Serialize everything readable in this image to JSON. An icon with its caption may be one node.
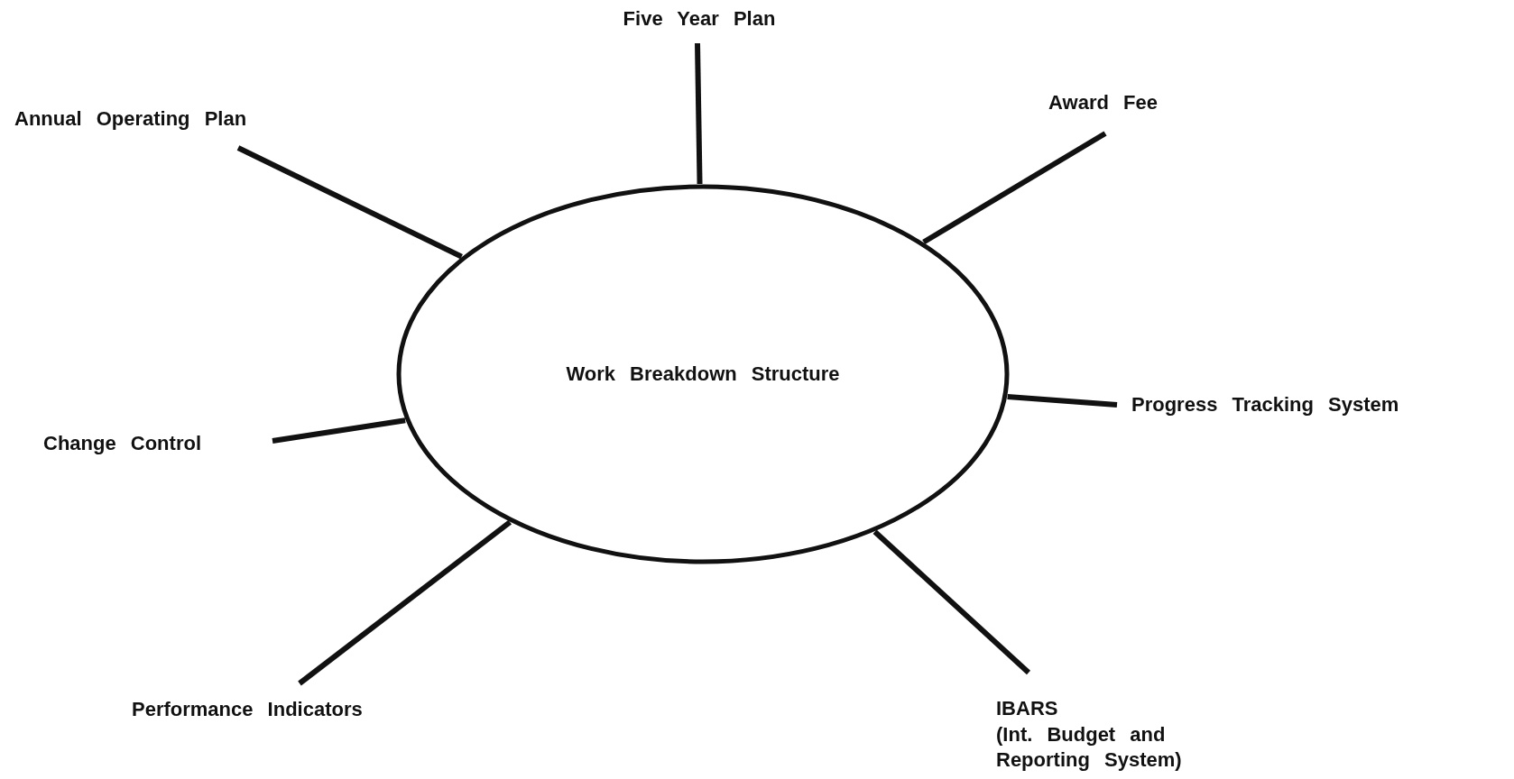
{
  "diagram": {
    "nodes": [
      {
        "text": [
          "Work Breakdown Structure"
        ]
      },
      {
        "text": [
          "Five Year Plan"
        ]
      },
      {
        "text": [
          "Annual Operating Plan"
        ]
      },
      {
        "text": [
          "Award Fee"
        ]
      },
      {
        "text": [
          "Progress Tracking System"
        ]
      },
      {
        "text": [
          "Change Control"
        ]
      },
      {
        "text": [
          "Performance Indicators"
        ]
      },
      {
        "text": [
          "IBARS",
          "(Int. Budget and Reporting System)"
        ]
      }
    ],
    "edges": [
      {
        "from": 0,
        "to": 1,
        "arrow": "none"
      },
      {
        "from": 0,
        "to": 2,
        "arrow": "none"
      },
      {
        "from": 0,
        "to": 3,
        "arrow": "none"
      },
      {
        "from": 0,
        "to": 4,
        "arrow": "none"
      },
      {
        "from": 0,
        "to": 5,
        "arrow": "none"
      },
      {
        "from": 0,
        "to": 6,
        "arrow": "none"
      },
      {
        "from": 0,
        "to": 7,
        "arrow": "none"
      }
    ]
  }
}
